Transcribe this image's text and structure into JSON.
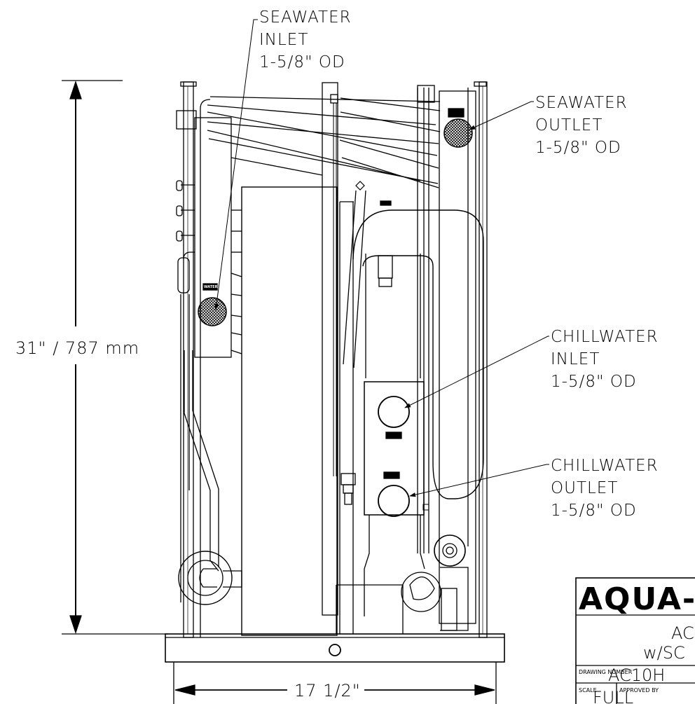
{
  "labels": {
    "seawater_inlet": [
      "SEAWATER",
      "INLET",
      "1-5/8\" OD"
    ],
    "seawater_outlet": [
      "SEAWATER",
      "OUTLET",
      "1-5/8\" OD"
    ],
    "chillwater_inlet": [
      "CHILLWATER",
      "INLET",
      "1-5/8\" OD"
    ],
    "chillwater_outlet": [
      "CHILLWATER",
      "OUTLET",
      "1-5/8\" OD"
    ]
  },
  "dimensions": {
    "height": "31\" / 787 mm",
    "width": "17 1/2\""
  },
  "tags": {
    "water_inlet": "WATER INLET",
    "water_outlet": "WATER OUTLET"
  },
  "title_block": {
    "brand": "AQUA-",
    "model": "AC",
    "subtitle": "w/SC",
    "drawing_number_label": "DRAWING NUMBER",
    "drawing_number": "AC10H",
    "scale_label": "SCALE",
    "scale": "FULL",
    "approved_label": "APPROVED BY"
  },
  "colors": {
    "line": "#000000",
    "background": "#ffffff"
  }
}
